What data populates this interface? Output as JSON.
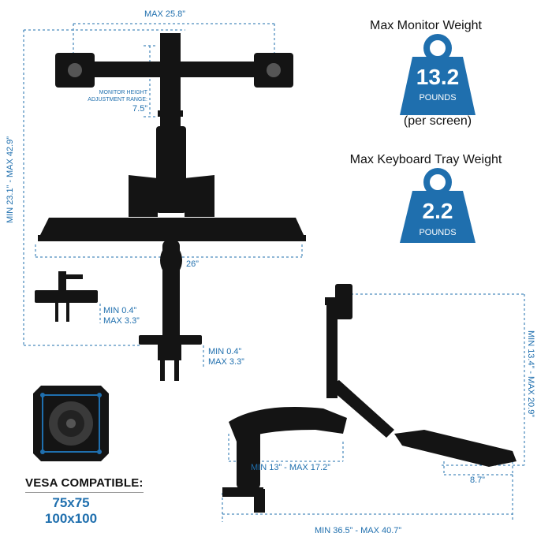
{
  "front_view": {
    "max_width_label": "MAX 25.8”",
    "height_range_label": "MIN 23.1” - MAX 42.9”",
    "monitor_adjust_label_line1": "MONITOR HEIGHT",
    "monitor_adjust_label_line2": "ADJUSTMENT RANGE:",
    "monitor_adjust_value": "7.5”",
    "tray_width_label": "26”",
    "clamp_small_min": "MIN 0.4”",
    "clamp_small_max": "MAX 3.3”",
    "clamp_main_min": "MIN 0.4”",
    "clamp_main_max": "MAX 3.3”"
  },
  "monitor_weight": {
    "title": "Max Monitor Weight",
    "value": "13.2",
    "unit": "POUNDS",
    "note": "(per screen)"
  },
  "keyboard_weight": {
    "title": "Max Keyboard Tray Weight",
    "value": "2.2",
    "unit": "POUNDS"
  },
  "side_view": {
    "height_range_label": "MIN 13.4” - MAX 20.9”",
    "reach_label": "MIN 13” - MAX 17.2”",
    "tray_depth_label": "8.7”",
    "total_depth_label": "MIN 36.5” - MAX 40.7”"
  },
  "vesa": {
    "title": "VESA COMPATIBLE:",
    "size1": "75x75",
    "size2": "100x100"
  },
  "colors": {
    "accent_blue": "#1f6fae",
    "product_black": "#141414",
    "dashed_line": "#1f6fae"
  }
}
